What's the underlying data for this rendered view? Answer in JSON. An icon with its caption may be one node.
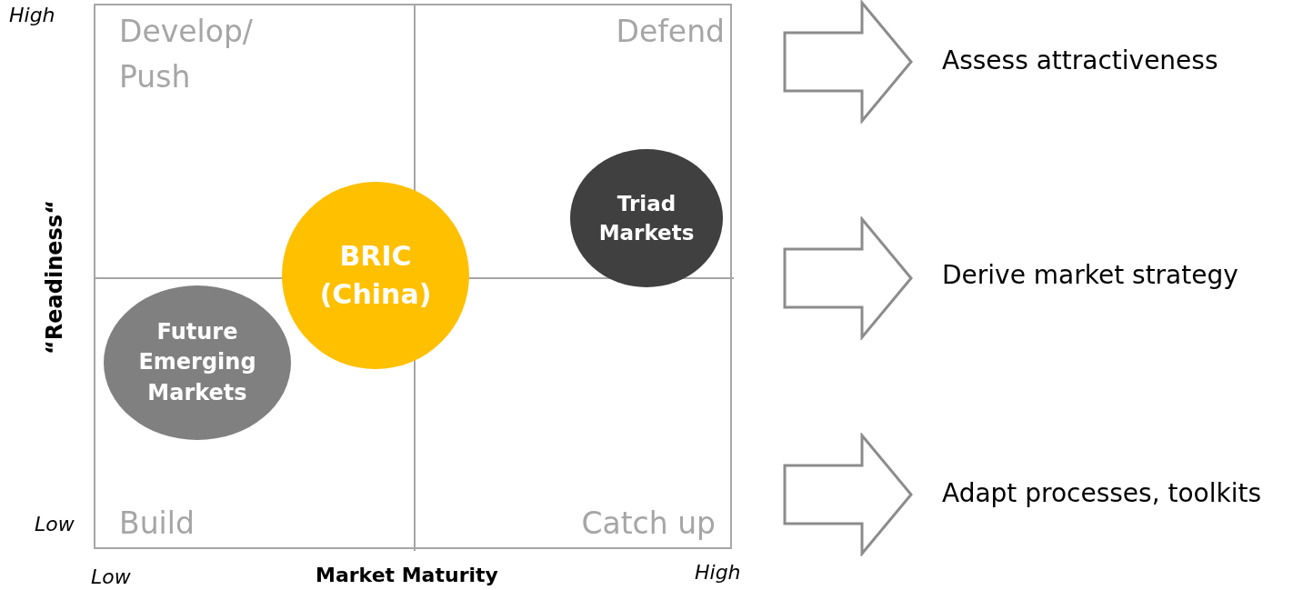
{
  "diagram": {
    "nodes": [
      {
        "text": [],
        "shape": "box"
      },
      {
        "text": [
          "Develop/ Push"
        ],
        "in": 0
      },
      {
        "text": [
          "Defend"
        ],
        "in": 0
      },
      {
        "text": [
          "Build"
        ],
        "in": 0
      },
      {
        "text": [
          "Catch up"
        ],
        "in": 0
      },
      {
        "text": [
          "Future Emerging Markets"
        ],
        "in": 3
      },
      {
        "text": [
          "BRIC (China)"
        ],
        "in": 0
      },
      {
        "text": [
          "Triad Markets"
        ],
        "in": 0
      }
    ],
    "edges": [],
    "labels": [
      "High",
      "Low",
      "“Readiness“",
      "Low",
      "Market Maturity",
      "High",
      "Assess attractiveness",
      "Derive market strategy",
      "Adapt processes, toolkits"
    ]
  }
}
